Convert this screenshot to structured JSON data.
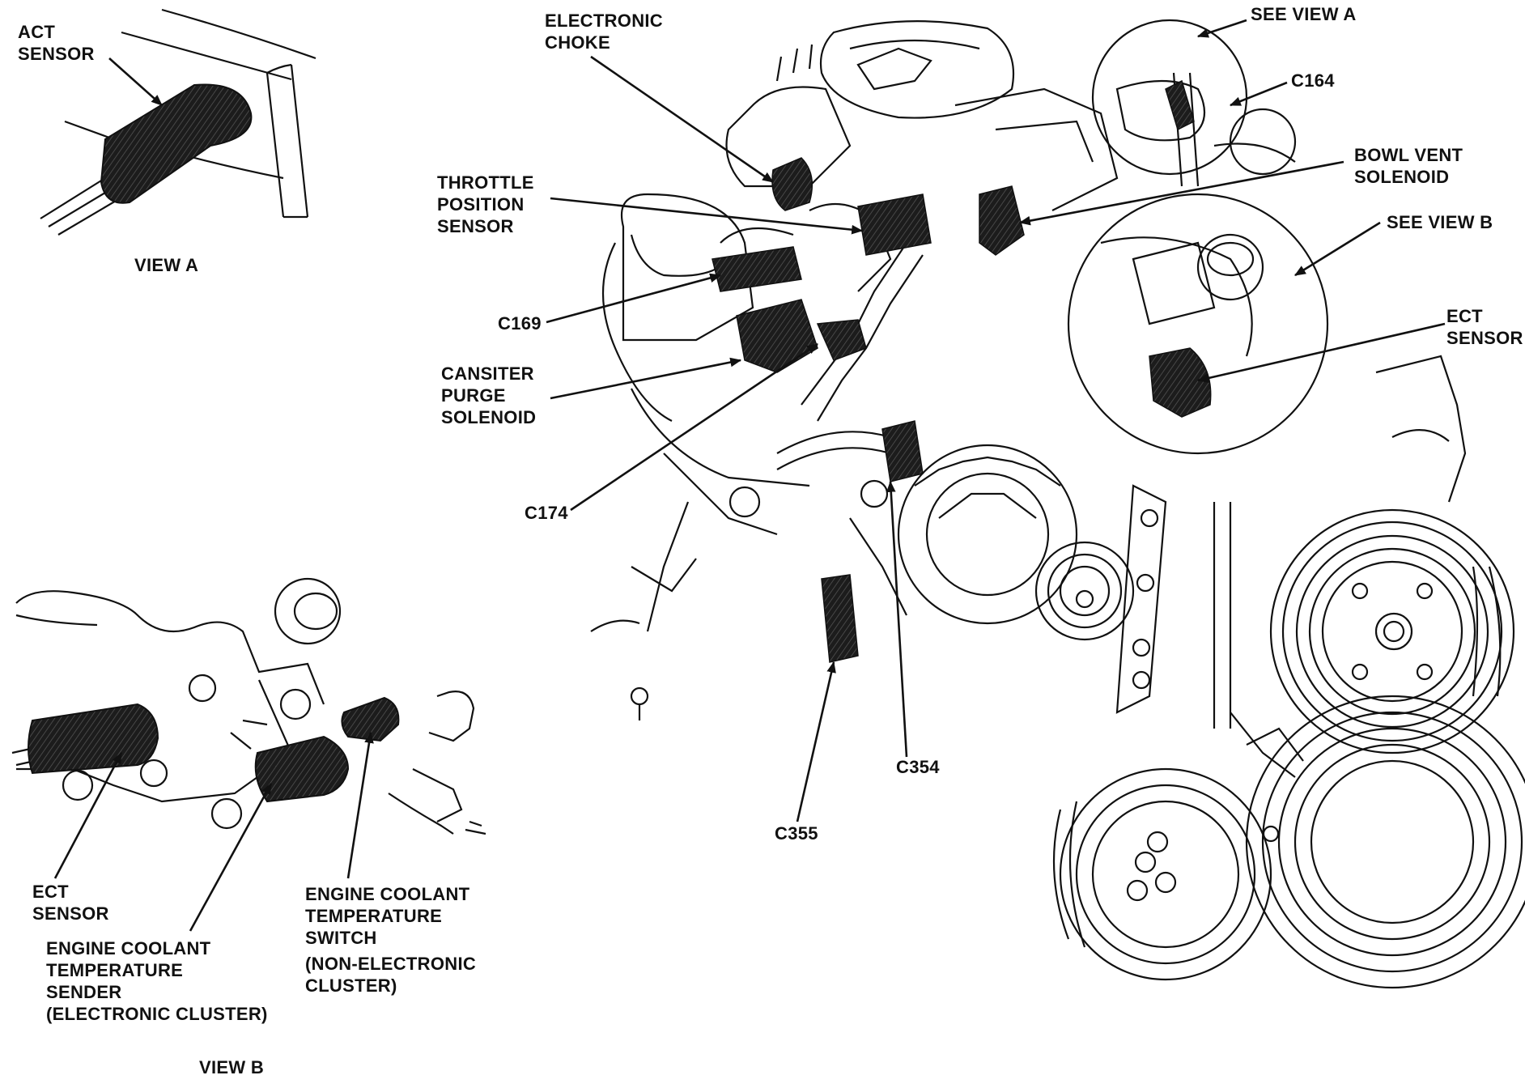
{
  "colors": {
    "ink": "#111111",
    "background": "#ffffff",
    "connector": "#1a1a1a"
  },
  "labels": {
    "act_sensor": [
      "ACT",
      "SENSOR"
    ],
    "view_a": "VIEW A",
    "electronic_choke": [
      "ELECTRONIC",
      "CHOKE"
    ],
    "see_view_a": "SEE VIEW A",
    "c164": "C164",
    "bowl_vent_solenoid": [
      "BOWL VENT",
      "SOLENOID"
    ],
    "see_view_b": "SEE VIEW B",
    "throttle_position_sensor": [
      "THROTTLE",
      "POSITION",
      "SENSOR"
    ],
    "c169": "C169",
    "canister_purge_solenoid": [
      "CANSITER",
      "PURGE",
      "SOLENOID"
    ],
    "ect_sensor_main": [
      "ECT",
      "SENSOR"
    ],
    "c174": "C174",
    "c354": "C354",
    "c355": "C355",
    "ect_sensor_view_b": [
      "ECT",
      "SENSOR"
    ],
    "engine_coolant_temperature_sender": [
      "ENGINE COOLANT",
      "TEMPERATURE",
      "SENDER",
      "(ELECTRONIC CLUSTER)"
    ],
    "engine_coolant_temperature_switch": [
      "ENGINE COOLANT",
      "TEMPERATURE",
      "SWITCH"
    ],
    "non_electronic_cluster": [
      "(NON-ELECTRONIC",
      "CLUSTER)"
    ],
    "view_b": "VIEW B"
  }
}
